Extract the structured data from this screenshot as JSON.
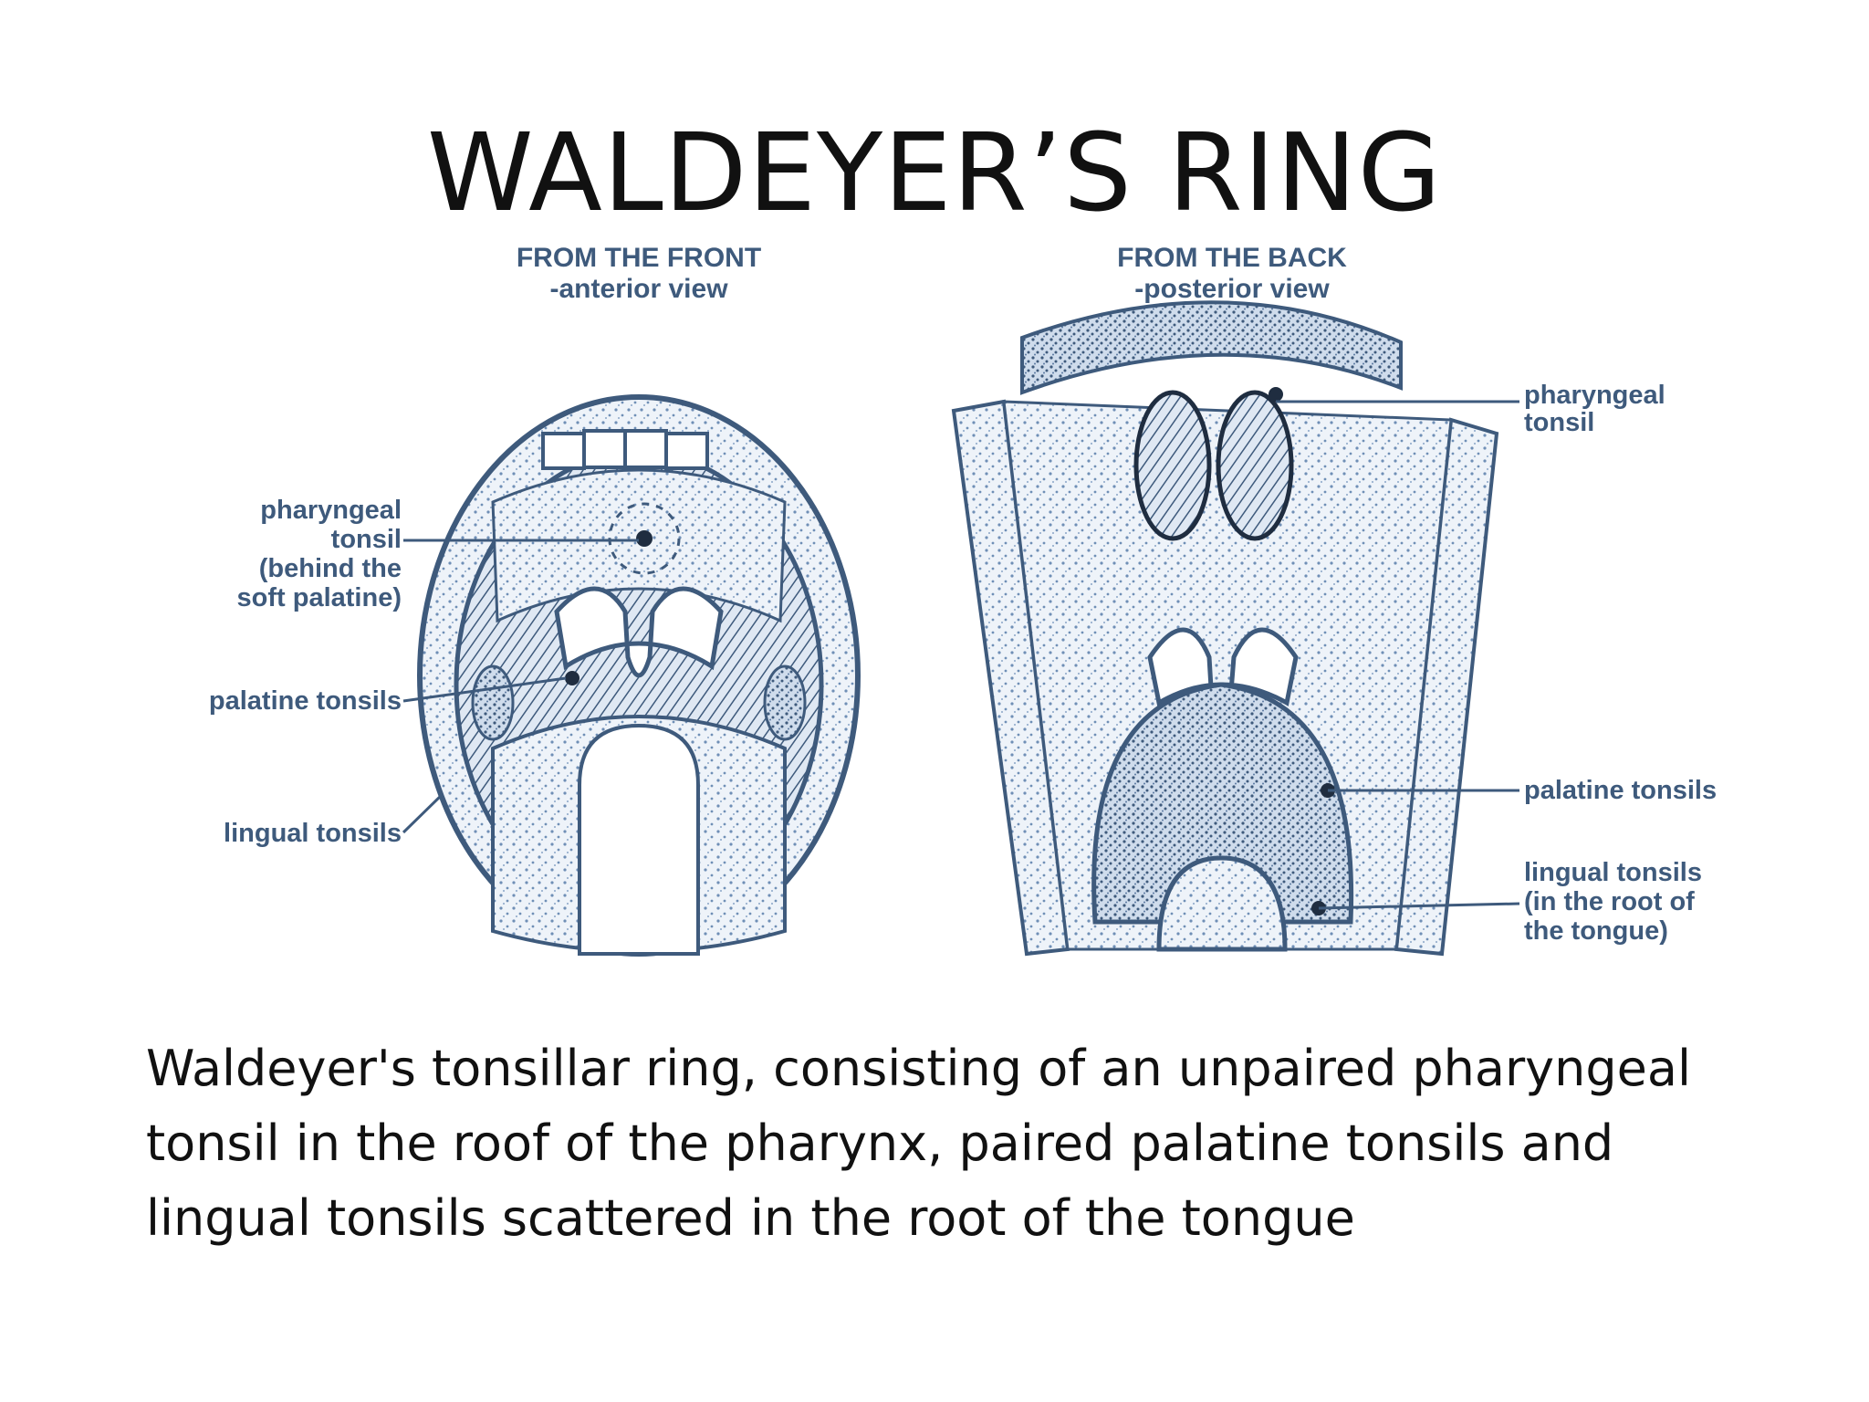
{
  "slide": {
    "title": "WALDEYER’S RING",
    "caption": "Waldeyer's tonsillar ring, consisting of an unpaired pharyngeal tonsil in the roof of the pharynx, paired palatine tonsils and lingual tonsils scattered in the root of the tongue"
  },
  "diagram": {
    "front": {
      "heading": "FROM THE FRONT",
      "subheading": "-anterior view",
      "labels": {
        "pharyngeal_1": "pharyngeal",
        "pharyngeal_2": "tonsil",
        "pharyngeal_3": "(behind the",
        "pharyngeal_4": "soft palatine)",
        "palatine": "palatine tonsils",
        "lingual": "lingual tonsils"
      }
    },
    "back": {
      "heading": "FROM THE BACK",
      "subheading": "-posterior view",
      "labels": {
        "pharyngeal_1": "pharyngeal",
        "pharyngeal_2": "tonsil",
        "palatine": "palatine tonsils",
        "lingual_1": "lingual tonsils",
        "lingual_2": "(in the root of",
        "lingual_3": "the tongue)"
      }
    }
  },
  "colors": {
    "ink": "#3e5a7c",
    "stipple": "#6f8fb6",
    "fill_light": "#dbe5f1",
    "fill_mid": "#a9bfdb"
  }
}
